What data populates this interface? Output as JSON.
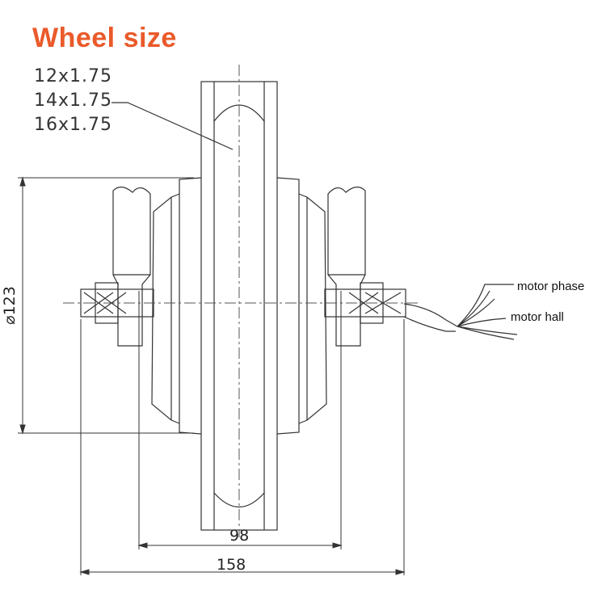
{
  "title": "Wheel size",
  "wheel_sizes": [
    "12x1.75",
    "14x1.75",
    "16x1.75"
  ],
  "wire_labels": {
    "phase": "motor phase",
    "hall": "motor hall"
  },
  "dimensions": {
    "diameter": "⌀123",
    "inner_width": "98",
    "outer_width": "158"
  },
  "colors": {
    "title": "#ea5a2a",
    "line": "#333333"
  }
}
